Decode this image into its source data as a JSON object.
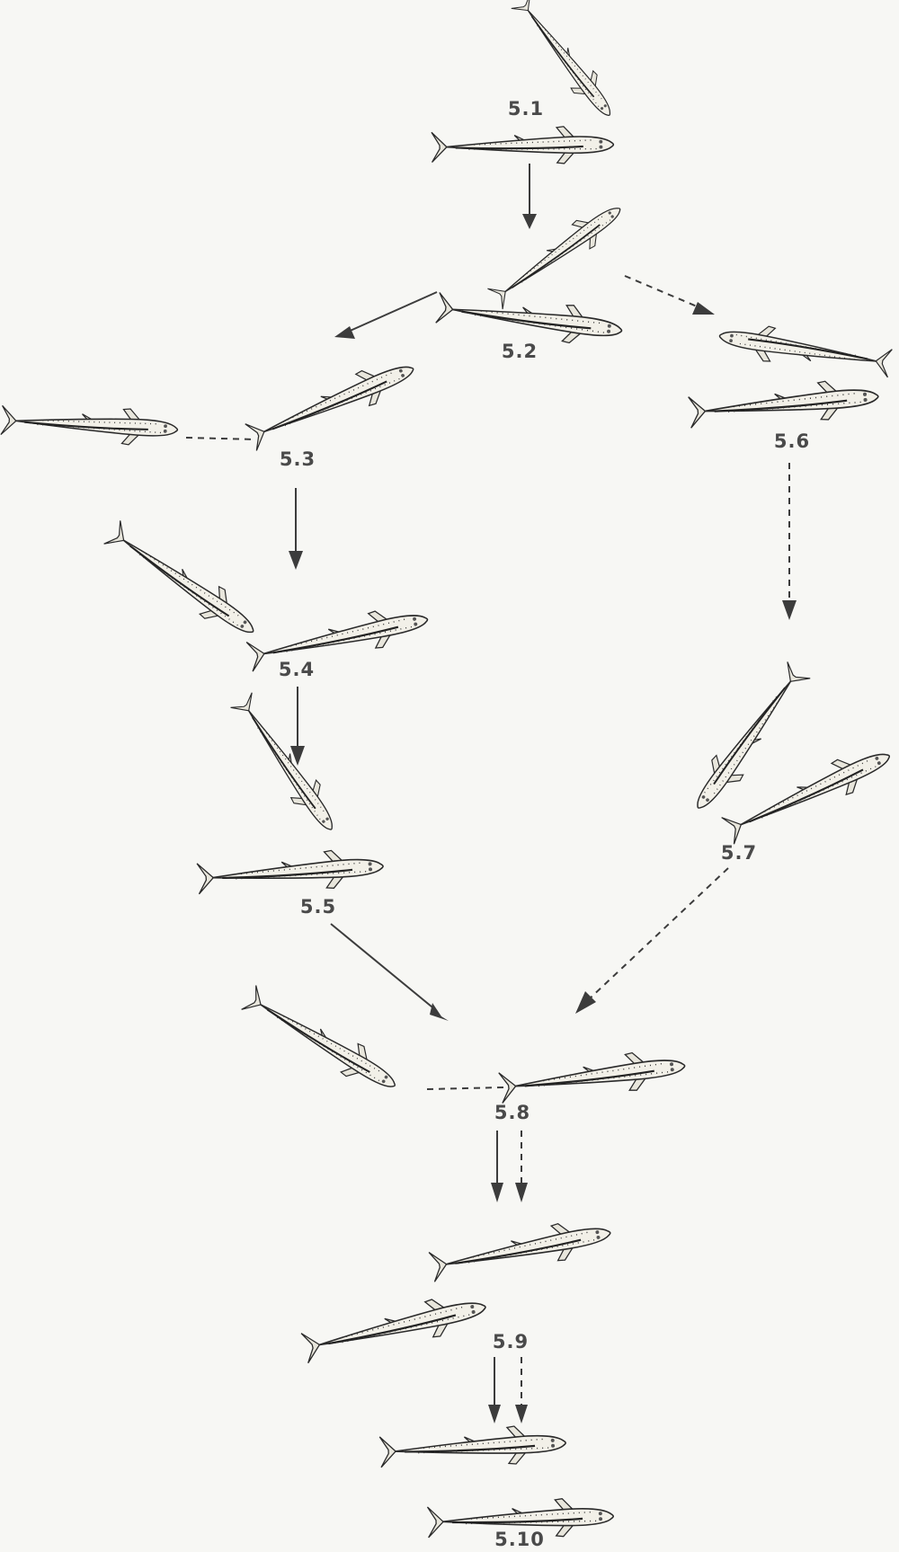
{
  "stage_labels": {
    "s1": "5.1",
    "s2": "5.2",
    "s3": "5.3",
    "s4": "5.4",
    "s5": "5.5",
    "s6": "5.6",
    "s7": "5.7",
    "s8": "5.8",
    "s9": "5.9",
    "s10": "5.10"
  },
  "colors": {
    "background": "#f7f7f4",
    "ink": "#2a2a2a",
    "label": "#4a4a4a"
  }
}
